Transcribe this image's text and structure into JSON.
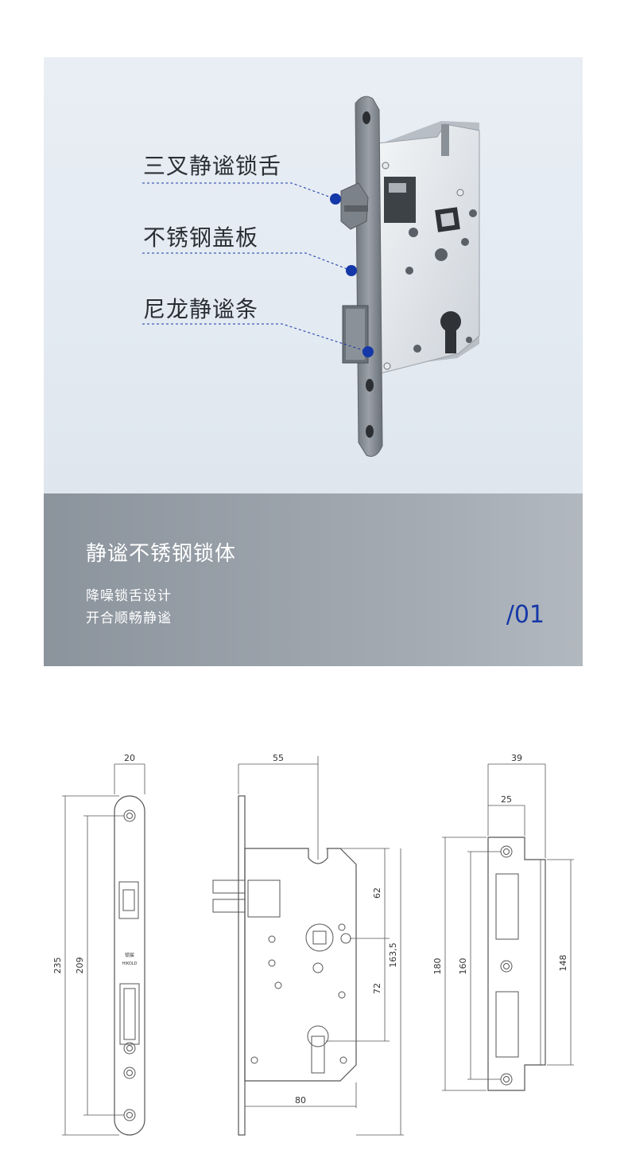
{
  "hero": {
    "callouts": [
      "三叉静谧锁舌",
      "不锈钢盖板",
      "尼龙静谧条"
    ],
    "accent_color": "#1538a8"
  },
  "info": {
    "title": "静谧不锈钢锁体",
    "lines": [
      "降噪锁舌设计",
      "开合顺畅静谧"
    ],
    "number": "/01"
  },
  "drawings": {
    "front": {
      "width": "20",
      "total_height": "235",
      "hole_spacing": "209",
      "brand_cn": "锁宸",
      "brand_en": "HIKOLD"
    },
    "side": {
      "backset": "55",
      "case_width": "80",
      "d1": "62",
      "d2": "72",
      "d3": "163,5"
    },
    "strike": {
      "outer": "39",
      "inner": "25",
      "h1": "180",
      "h2": "160",
      "h3": "148"
    }
  }
}
